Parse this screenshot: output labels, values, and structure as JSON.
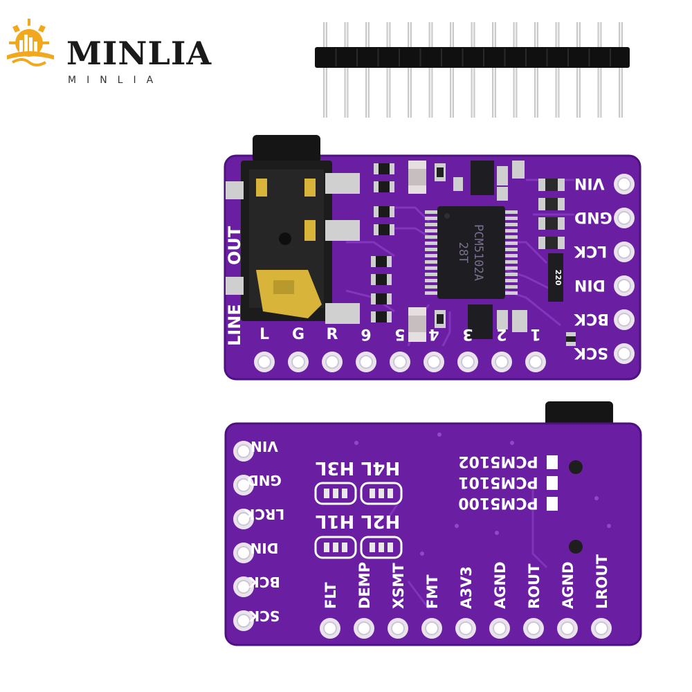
{
  "brand": {
    "name": "MINLIA",
    "subtitle": "MINLIA",
    "colors": {
      "gold": "#f2a81d",
      "dark": "#1a1a1a"
    }
  },
  "colors": {
    "pcb": "#6a1fa3",
    "pcb_dark": "#4e1180",
    "silkscreen": "#ffffff",
    "pad": "#e9e3ee",
    "chip": "#1e1e22",
    "jack": "#151515",
    "gold_contact": "#d8b53a",
    "header_pin": "#c9c9c9"
  },
  "header": {
    "pin_count": 15,
    "icon": "pin-header-icon"
  },
  "top_board": {
    "jack_label_line": "LINE",
    "jack_label_out": "OUT",
    "chip_line1": "PCM5102A",
    "chip_line2": "28T",
    "resistor_label": "220",
    "right_pins": [
      "VIN",
      "GND",
      "LCK",
      "DIN",
      "BCK",
      "SCK"
    ],
    "bottom_pins": [
      "L",
      "G",
      "R",
      "6",
      "5",
      "4",
      "3",
      "2",
      "1"
    ]
  },
  "bottom_board": {
    "left_pins": [
      "VIN",
      "GND",
      "LRCK",
      "DIN",
      "BCK",
      "SCK"
    ],
    "bottom_pins": [
      "FLT",
      "DEMP",
      "XSMT",
      "FMT",
      "A3V3",
      "AGND",
      "ROUT",
      "AGND",
      "LROUT"
    ],
    "jumpers_top": [
      "H3L",
      "H4L"
    ],
    "jumpers_bottom": [
      "H1L",
      "H2L"
    ],
    "chip_variants": [
      "PCM5102",
      "PCM5101",
      "PCM5100"
    ]
  }
}
